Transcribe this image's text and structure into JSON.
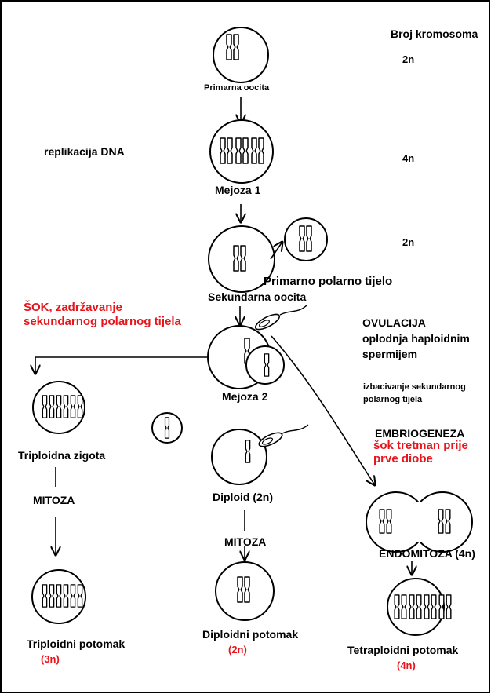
{
  "labels": {
    "broj_kromosoma": "Broj kromosoma",
    "count_2n_top": "2n",
    "count_4n": "4n",
    "count_2n_mid": "2n",
    "primarna_oocita": "Primarna oocita",
    "replikacija": "replikacija DNA",
    "mejoza1": "Mejoza 1",
    "primarno_polarno": "Primarno polarno tijelo",
    "sekundarna_oocita": "Sekundarna oocita",
    "sok_line1": "ŠOK, zadržavanje",
    "sok_line2": "sekundarnog polarnog tijela",
    "ovulacija_line1": "OVULACIJA",
    "ovulacija_line2": "oplodnja haploidnim",
    "ovulacija_line3": "spermijem",
    "izbacivanje_line1": "izbacivanje sekundarnog",
    "izbacivanje_line2": "polarnog tijela",
    "mejoza2": "Mejoza 2",
    "embriogeneza": "EMBRIOGENEZA",
    "sok_tretman_line1": "šok tretman prije",
    "sok_tretman_line2": "prve diobe",
    "triploidna_zigota": "Triploidna zigota",
    "mitoza_left": "MITOZA",
    "diploid": "Diploid (2n)",
    "mitoza_center": "MITOZA",
    "endomitoza": "ENDOMITOZA (4n)",
    "triploidni_potomak": "Triploidni potomak",
    "triploidni_n": "(3n)",
    "diploidni_potomak": "Diploidni potomak",
    "diploidni_n": "(2n)",
    "tetraploidni_potomak": "Tetraploidni potomak",
    "tetraploidni_n": "(4n)"
  },
  "colors": {
    "ink": "#000000",
    "accent_red": "#e8141b",
    "background": "#ffffff"
  }
}
